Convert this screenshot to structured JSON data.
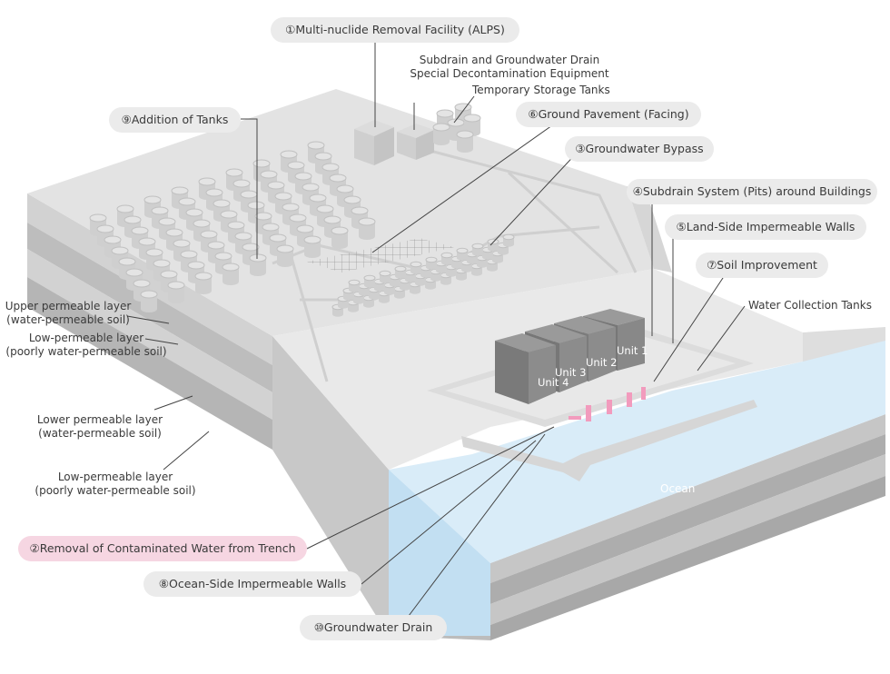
{
  "callouts": {
    "alps": "①Multi-nuclide Removal Facility (ALPS)",
    "trench": "②Removal of Contaminated Water from Trench",
    "bypass": "③Groundwater Bypass",
    "subdrain": "④Subdrain System (Pits) around Buildings",
    "landside": "⑤Land-Side Impermeable Walls",
    "pavement": "⑥Ground Pavement (Facing)",
    "soil": "⑦Soil Improvement",
    "oceanside": "⑧Ocean-Side Impermeable Walls",
    "tanks_add": "⑨Addition of Tanks",
    "gw_drain": "⑩Groundwater Drain"
  },
  "labels": {
    "subdrain_equip_1": "Subdrain and Groundwater Drain",
    "subdrain_equip_2": "Special Decontamination Equipment",
    "temp_tanks": "Temporary Storage Tanks",
    "water_tanks": "Water Collection Tanks",
    "upper_1": "Upper permeable layer",
    "upper_2": "(water-permeable soil)",
    "lowp1_1": "Low-permeable layer",
    "lowp1_2": "(poorly water-permeable soil)",
    "lower_1": "Lower permeable layer",
    "lower_2": "(water-permeable soil)",
    "lowp2_1": "Low-permeable layer",
    "lowp2_2": "(poorly water-permeable soil)",
    "ocean": "Ocean"
  },
  "units": [
    "Unit 1",
    "Unit 2",
    "Unit 3",
    "Unit 4"
  ],
  "colors": {
    "highlight": "#f6d6e2",
    "pink_marks": "#f29bbd",
    "ocean": "#d9ecf8",
    "ground": "#e3e3e3"
  }
}
